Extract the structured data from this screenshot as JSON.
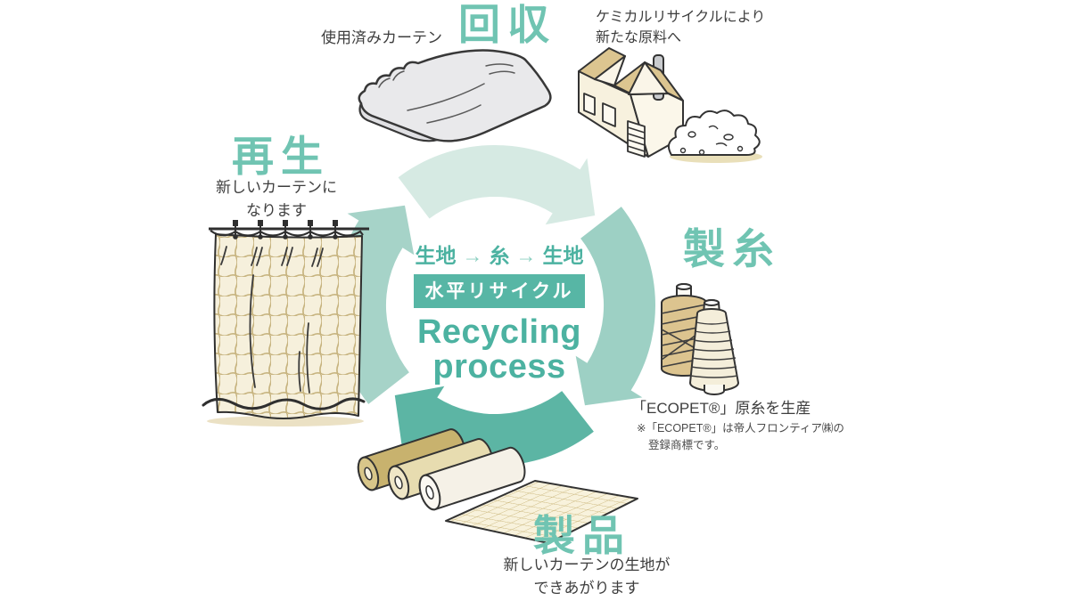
{
  "colors": {
    "accent_teal": "#70c4b2",
    "center_teal": "#4cb2a1",
    "badge_teal": "#57b6a5",
    "arc_top": "#d6eae3",
    "arc_right": "#9dd0c4",
    "arc_bottom": "#5cb5a4",
    "arc_left": "#a6d3c8",
    "text_dark": "#3e3e3e",
    "illustration_outline": "#333333",
    "illustration_tan": "#dcc590",
    "illustration_cream": "#f6f0dc"
  },
  "center": {
    "flow": {
      "item1": "生地",
      "arrow1": "→",
      "item2": "糸",
      "arrow2": "→",
      "item3": "生地"
    },
    "badge": "水平リサイクル",
    "title_line1": "Recycling",
    "title_line2": "process"
  },
  "stages": {
    "collection": {
      "title": "回収",
      "item_label": "使用済みカーテン",
      "note_line1": "ケミカルリサイクルにより",
      "note_line2": "新たな原料へ"
    },
    "spinning": {
      "title": "製糸",
      "caption": "「ECOPET®」原糸を生産",
      "note_line1": "※「ECOPET®」は帝人フロンティア㈱の",
      "note_line2": "登録商標です。"
    },
    "product": {
      "title": "製品",
      "caption_line1": "新しいカーテンの生地が",
      "caption_line2": "できあがります"
    },
    "regeneration": {
      "title": "再生",
      "caption_line1": "新しいカーテンに",
      "caption_line2": "なります"
    }
  }
}
